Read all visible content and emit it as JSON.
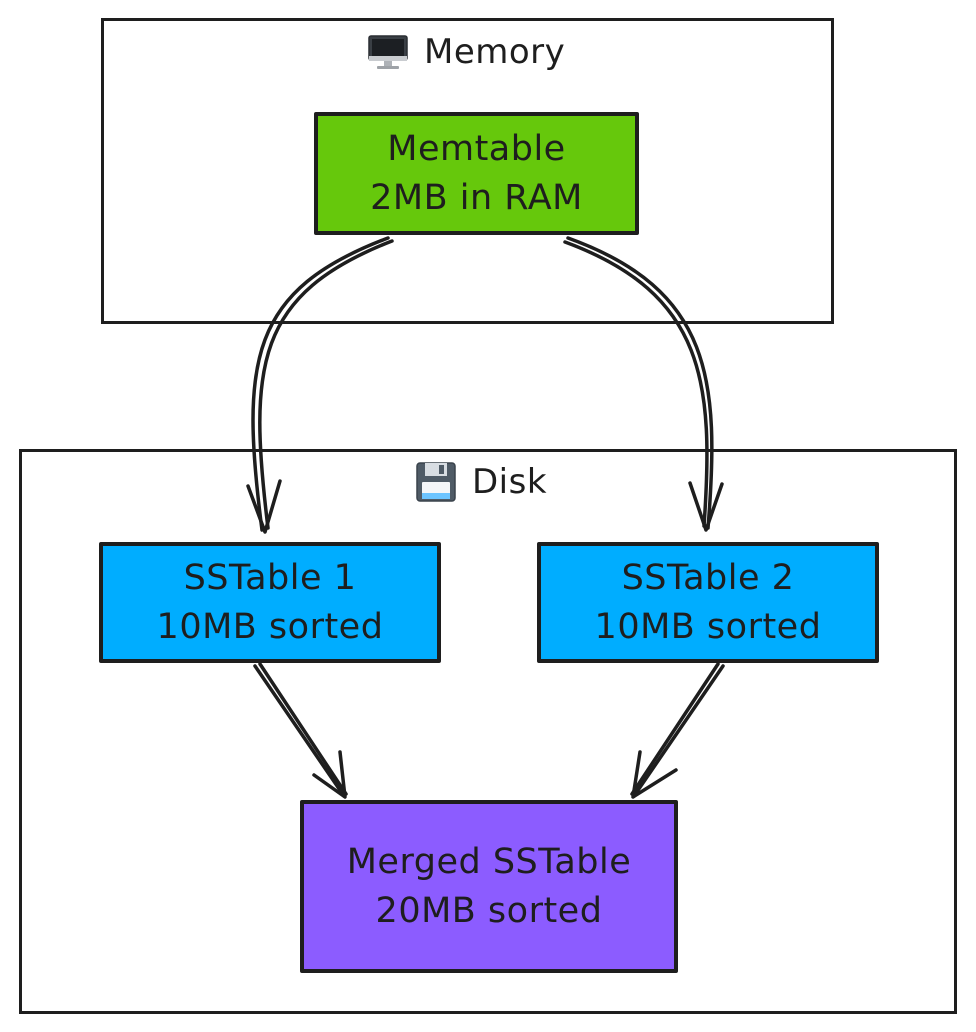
{
  "groups": {
    "memory": {
      "title": "Memory",
      "icon": "desktop-computer-icon"
    },
    "disk": {
      "title": "Disk",
      "icon": "floppy-disk-icon"
    }
  },
  "nodes": {
    "memtable": {
      "line1": "Memtable",
      "line2": "2MB in RAM",
      "color": "#66c80c"
    },
    "sstable1": {
      "line1": "SSTable 1",
      "line2": "10MB sorted",
      "color": "#00adff"
    },
    "sstable2": {
      "line1": "SSTable 2",
      "line2": "10MB sorted",
      "color": "#00adff"
    },
    "merged": {
      "line1": "Merged SSTable",
      "line2": "20MB sorted",
      "color": "#8c5cff"
    }
  },
  "colors": {
    "stroke": "#1e1e1e",
    "background": "#ffffff"
  }
}
